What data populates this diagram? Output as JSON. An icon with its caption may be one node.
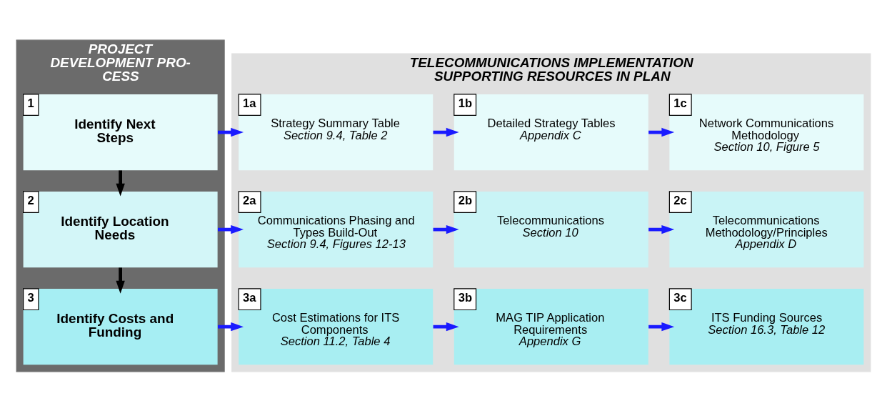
{
  "diagram": {
    "nodes": [
      {
        "text": [
          "PROJECT DEVELOPMENT PRO- CESS"
        ]
      },
      {
        "text": [
          "TELECOMMUNICATIONS IMPLEMENTATION SUPPORTING RESOURCES IN PLAN"
        ]
      },
      {
        "text": [
          "1",
          "Identify Next Steps"
        ],
        "in": 0
      },
      {
        "text": [
          "1a",
          "Strategy Summary Table",
          "Section 9.4, Table 2"
        ],
        "in": 1
      },
      {
        "text": [
          "1b",
          "Detailed Strategy Tables",
          "Appendix C"
        ],
        "in": 1
      },
      {
        "text": [
          "1c",
          "Network Communications Methodology",
          "Section 10, Figure 5"
        ],
        "in": 1
      },
      {
        "text": [
          "2",
          "Identify Location Needs"
        ],
        "in": 0
      },
      {
        "text": [
          "2a",
          "Communications Phasing and Types Build-Out",
          "Section 9.4, Figures 12-13"
        ],
        "in": 1
      },
      {
        "text": [
          "2b",
          "Telecommunications",
          "Section 10"
        ],
        "in": 1
      },
      {
        "text": [
          "2c",
          "Telecommunications Methodology/Principles",
          "Appendix D"
        ],
        "in": 1
      },
      {
        "text": [
          "3",
          "Identify Costs and Funding"
        ],
        "in": 0
      },
      {
        "text": [
          "3a",
          "Cost Estimations for ITS Components",
          "Section 11.2, Table 4"
        ],
        "in": 1
      },
      {
        "text": [
          "3b",
          "MAG TIP Application Requirements",
          "Appendix G"
        ],
        "in": 1
      },
      {
        "text": [
          "3c",
          "ITS Funding Sources",
          "Section 16.3, Table 12"
        ],
        "in": 1
      }
    ],
    "edges": [
      {
        "from": 2,
        "to": 3,
        "arrow": "to"
      },
      {
        "from": 3,
        "to": 4,
        "arrow": "to"
      },
      {
        "from": 4,
        "to": 5,
        "arrow": "to"
      },
      {
        "from": 2,
        "to": 6,
        "arrow": "to",
        "color": "#000000"
      },
      {
        "from": 6,
        "to": 7,
        "arrow": "to"
      },
      {
        "from": 7,
        "to": 8,
        "arrow": "to"
      },
      {
        "from": 8,
        "to": 9,
        "arrow": "to"
      },
      {
        "from": 6,
        "to": 10,
        "arrow": "to",
        "color": "#000000"
      },
      {
        "from": 10,
        "to": 11,
        "arrow": "to"
      },
      {
        "from": 11,
        "to": 12,
        "arrow": "to"
      },
      {
        "from": 12,
        "to": 13,
        "arrow": "to"
      }
    ]
  }
}
